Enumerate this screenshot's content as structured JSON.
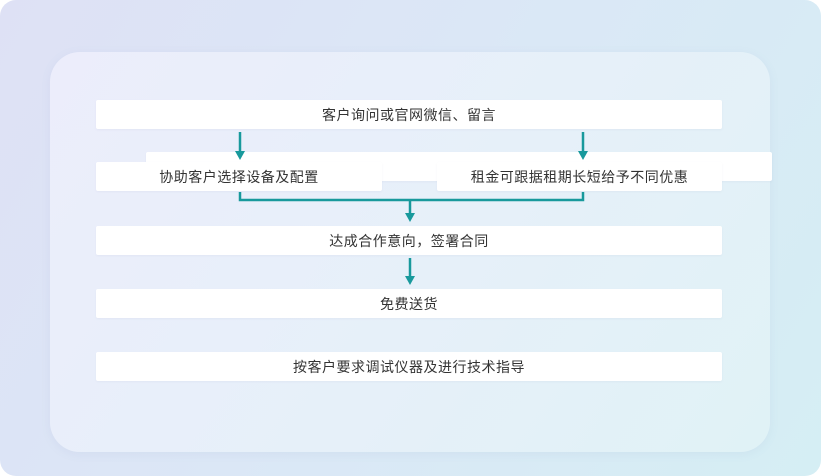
{
  "page": {
    "background_start": "#dee1f5",
    "background_end": "#d5eef4",
    "card_background": "#e8effa"
  },
  "flowchart": {
    "arrow_color": "#18999c",
    "node_text_color": "#333333",
    "nodes": [
      {
        "id": "inquiry",
        "label": "客户询问或官网微信、留言"
      },
      {
        "id": "assist-select",
        "label": "协助客户选择设备及配置"
      },
      {
        "id": "rent-discount",
        "label": "租金可跟据租期长短给予不同优惠"
      },
      {
        "id": "sign-contract",
        "label": "达成合作意向，签署合同"
      },
      {
        "id": "free-delivery",
        "label": "免费送货"
      },
      {
        "id": "debug-guide",
        "label": "按客户要求调试仪器及进行技术指导"
      }
    ]
  }
}
